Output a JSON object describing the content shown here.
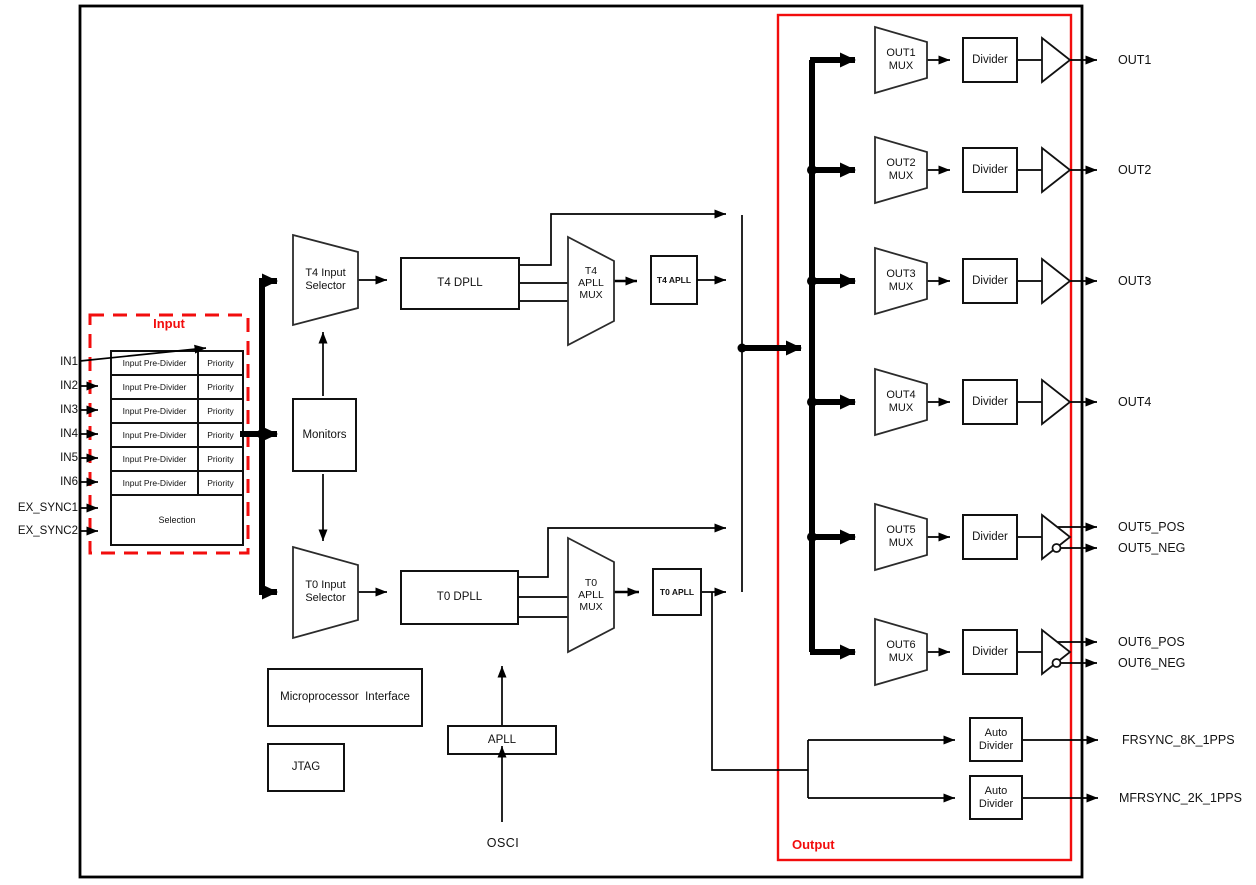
{
  "colors": {
    "accent_red": "#f20d0d",
    "line": "#000000"
  },
  "input_section": {
    "title": "Input",
    "pins": [
      "IN1",
      "IN2",
      "IN3",
      "IN4",
      "IN5",
      "IN6"
    ],
    "sync_pins": [
      "EX_SYNC1",
      "EX_SYNC2"
    ],
    "rows": [
      {
        "pre_divider": "Input Pre-Divider",
        "priority": "Priority"
      },
      {
        "pre_divider": "Input Pre-Divider",
        "priority": "Priority"
      },
      {
        "pre_divider": "Input Pre-Divider",
        "priority": "Priority"
      },
      {
        "pre_divider": "Input Pre-Divider",
        "priority": "Priority"
      },
      {
        "pre_divider": "Input Pre-Divider",
        "priority": "Priority"
      },
      {
        "pre_divider": "Input Pre-Divider",
        "priority": "Priority"
      }
    ],
    "selection": "Selection"
  },
  "core": {
    "t4_input_selector": "T4 Input\nSelector",
    "t0_input_selector": "T0 Input\nSelector",
    "monitors": "Monitors",
    "t4_dpll": "T4 DPLL",
    "t0_dpll": "T0 DPLL",
    "t4_apll_mux": "T4\nAPLL\nMUX",
    "t0_apll_mux": "T0\nAPLL\nMUX",
    "t4_apll": "T4 APLL",
    "t0_apll": "T0 APLL",
    "microprocessor_interface": "Microprocessor  Interface",
    "jtag": "JTAG",
    "apll": "APLL",
    "osci": "OSCI"
  },
  "output_section": {
    "title": "Output",
    "rows": [
      {
        "mux": "OUT1\nMUX",
        "divider": "Divider",
        "outputs": [
          "OUT1"
        ]
      },
      {
        "mux": "OUT2\nMUX",
        "divider": "Divider",
        "outputs": [
          "OUT2"
        ]
      },
      {
        "mux": "OUT3\nMUX",
        "divider": "Divider",
        "outputs": [
          "OUT3"
        ]
      },
      {
        "mux": "OUT4\nMUX",
        "divider": "Divider",
        "outputs": [
          "OUT4"
        ]
      },
      {
        "mux": "OUT5\nMUX",
        "divider": "Divider",
        "outputs": [
          "OUT5_POS",
          "OUT5_NEG"
        ]
      },
      {
        "mux": "OUT6\nMUX",
        "divider": "Divider",
        "outputs": [
          "OUT6_POS",
          "OUT6_NEG"
        ]
      }
    ],
    "auto_dividers": [
      {
        "label": "Auto\nDivider",
        "output": "FRSYNC_8K_1PPS"
      },
      {
        "label": "Auto\nDivider",
        "output": "MFRSYNC_2K_1PPS"
      }
    ]
  }
}
